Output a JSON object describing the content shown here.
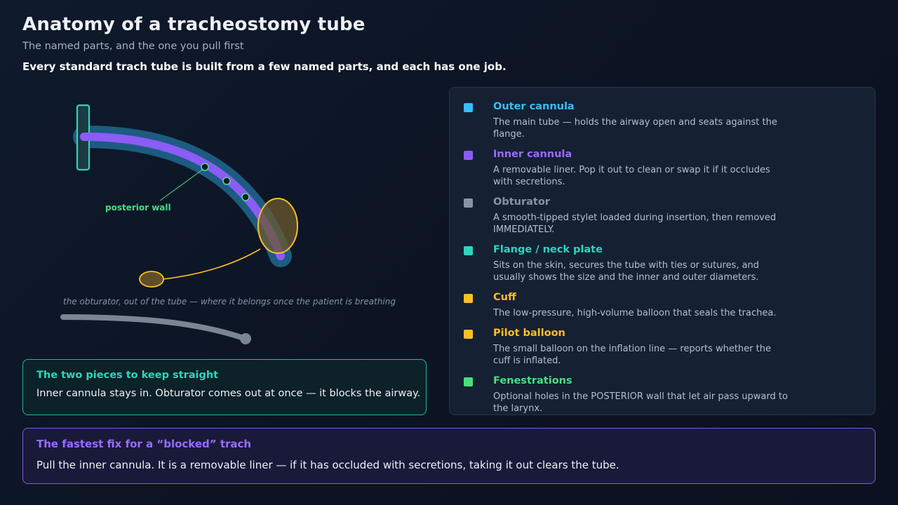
{
  "header": {
    "title": "Anatomy of a tracheostomy tube",
    "subtitle": "The named parts, and the one you pull first",
    "lead": "Every standard trach tube is built from a few named parts, and each has one job."
  },
  "diagram": {
    "posterior_label": "posterior wall",
    "obturator_caption": "the obturator, out of the tube — where it belongs once the patient is breathing"
  },
  "colors": {
    "outer_cannula": "#38bdf8",
    "inner_cannula": "#8b5cf6",
    "obturator": "#8a93a3",
    "flange": "#2dd4bf",
    "cuff": "#fbbf24",
    "pilot": "#fbbf24",
    "fenestrations": "#4ade80"
  },
  "legend": [
    {
      "name": "Outer cannula",
      "desc": "The main tube — holds the airway open and seats against the flange.",
      "color": "#38bdf8"
    },
    {
      "name": "Inner cannula",
      "desc": "A removable liner. Pop it out to clean or swap it if it occludes with secretions.",
      "color": "#8b5cf6"
    },
    {
      "name": "Obturator",
      "desc": "A smooth-tipped stylet loaded during insertion, then removed IMMEDIATELY.",
      "color": "#8a93a3"
    },
    {
      "name": "Flange / neck plate",
      "desc": "Sits on the skin, secures the tube with ties or sutures, and usually shows the size and the inner and outer diameters.",
      "color": "#2dd4bf"
    },
    {
      "name": "Cuff",
      "desc": "The low-pressure, high-volume balloon that seals the trachea.",
      "color": "#fbbf24"
    },
    {
      "name": "Pilot balloon",
      "desc": "The small balloon on the inflation line — reports whether the cuff is inflated.",
      "color": "#fbbf24"
    },
    {
      "name": "Fenestrations",
      "desc": "Optional holes in the POSTERIOR wall that let air pass upward to the larynx.",
      "color": "#4ade80"
    }
  ],
  "keep": {
    "title": "The two pieces to keep straight",
    "text": "Inner cannula stays in. Obturator comes out at once — it blocks the airway."
  },
  "fix": {
    "title": "The fastest fix for a “blocked” trach",
    "text": "Pull the inner cannula. It is a removable liner — if it has occluded with secretions, taking it out clears the tube."
  }
}
